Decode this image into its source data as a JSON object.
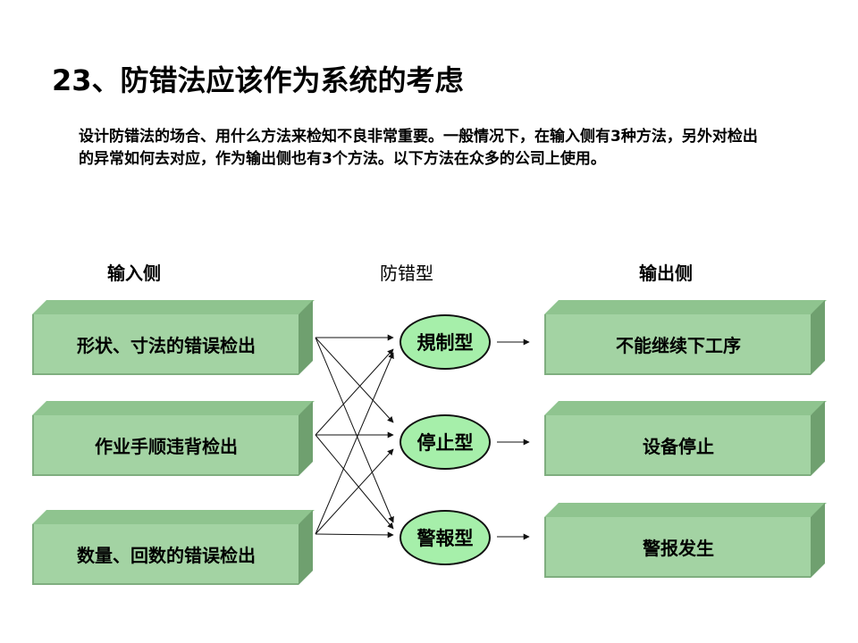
{
  "title": "23、防错法应该作为系统的考虑",
  "intro": "设计防错法的场合、用什么方法来检知不良非常重要。一般情况下，在输入侧有3种方法，另外对检出的异常如何去对应，作为输出侧也有3个方法。以下方法在众多的公司上使用。",
  "columns": {
    "input": "输入侧",
    "type": "防错型",
    "output": "输出侧"
  },
  "inputs": [
    "形状、寸法的错误检出",
    "作业手顺违背检出",
    "数量、回数的错误检出"
  ],
  "types": [
    "規制型",
    "停止型",
    "警報型"
  ],
  "outputs": [
    "不能继续下工序",
    "设备停止",
    "警报发生"
  ],
  "colors": {
    "box_front": "#a3d3a3",
    "box_top": "#8fc48f",
    "box_side": "#6fa06f",
    "oval_fill": "#a6efaa"
  }
}
